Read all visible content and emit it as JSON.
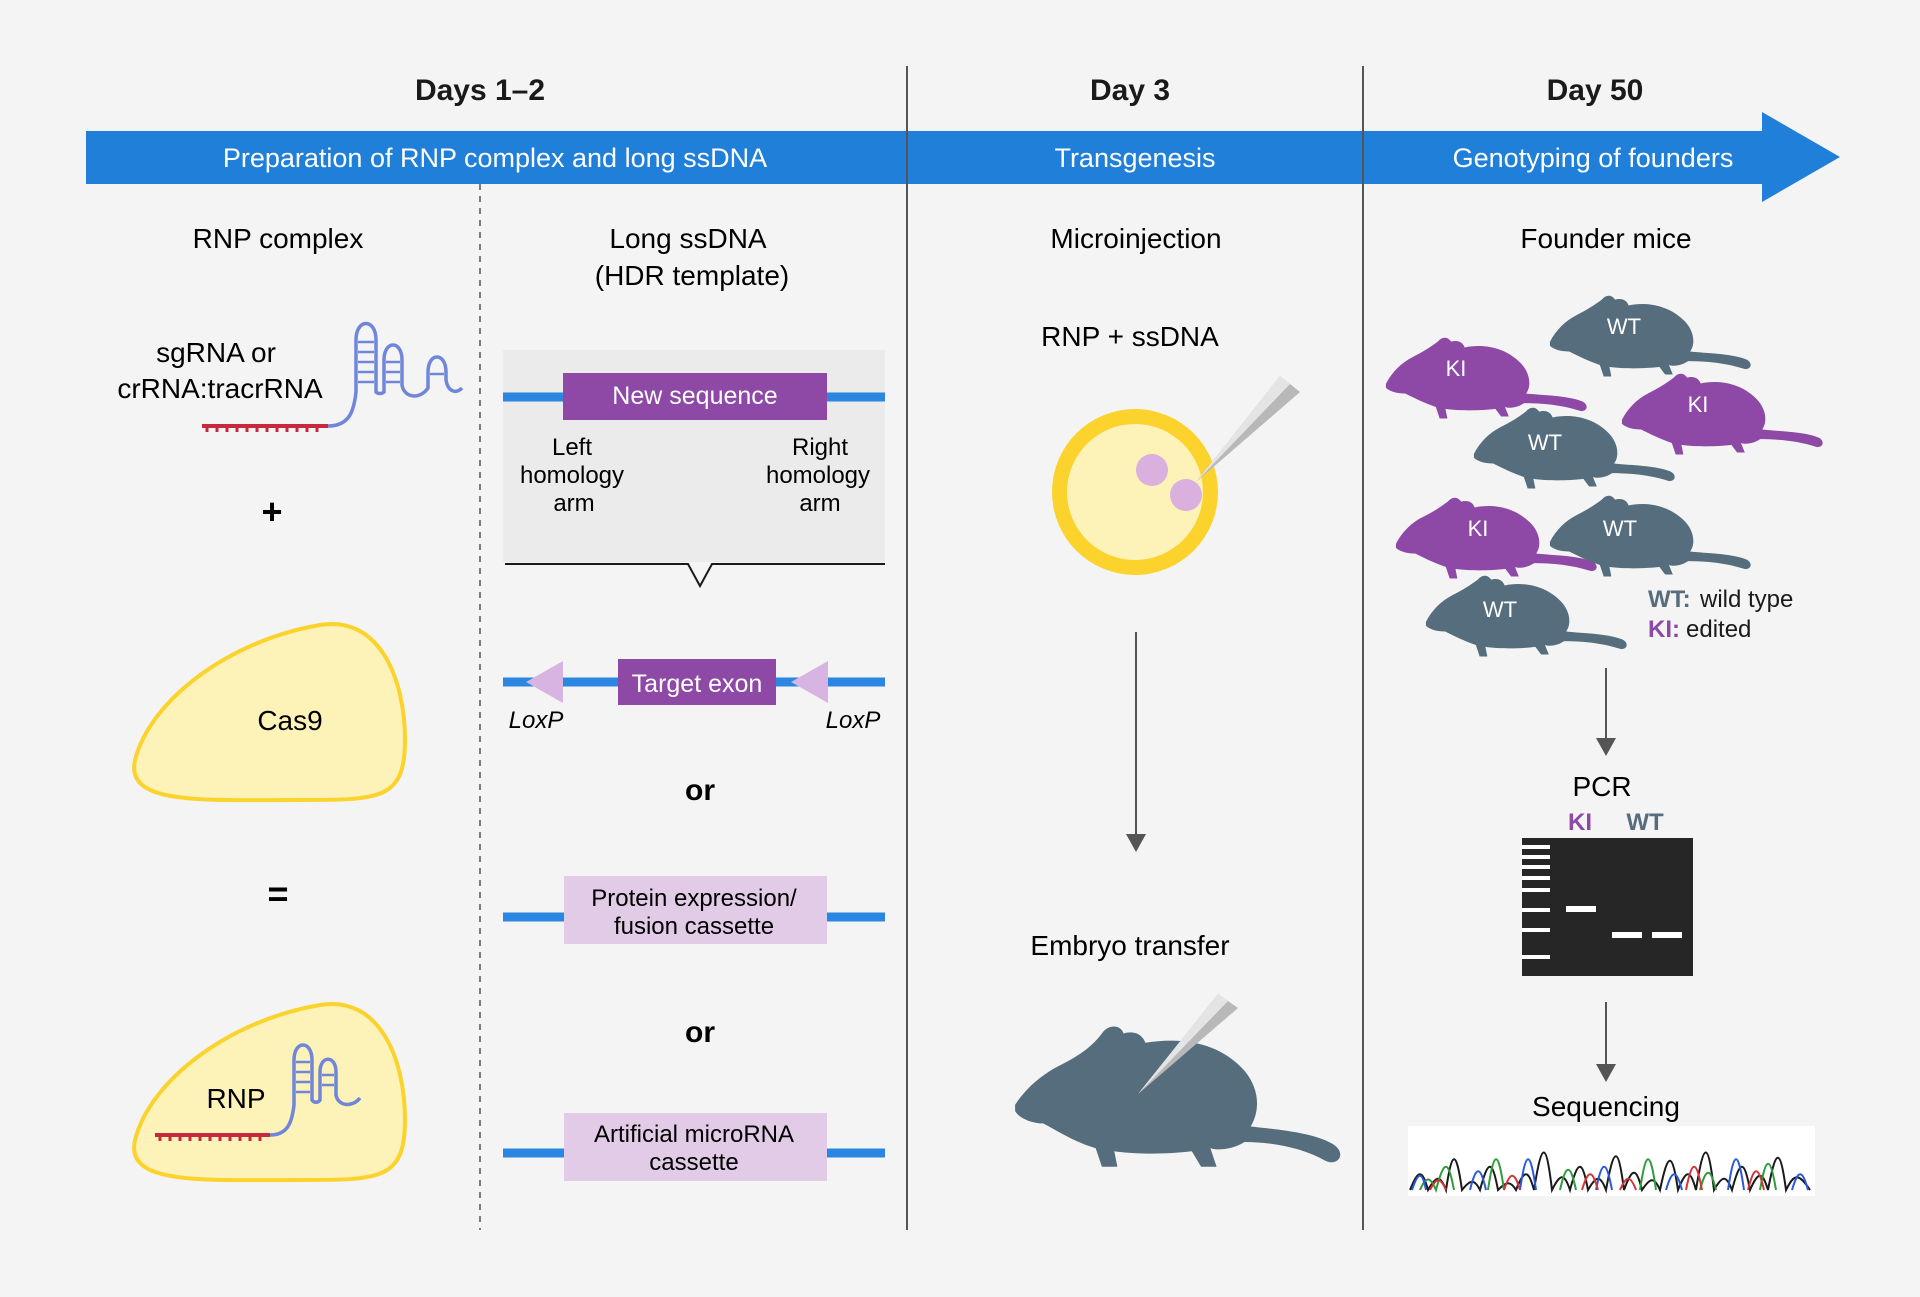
{
  "colors": {
    "background": "#f4f4f4",
    "arrow_blue": "#1f7fd9",
    "strand_blue": "#2a86e0",
    "purple": "#8e48a6",
    "light_purple": "#e2cbe6",
    "lavender": "#d7b4e2",
    "guide_blue": "#6f86da",
    "red": "#c8283c",
    "yellow": "#fbd32c",
    "cream": "#fdf2b8",
    "slate": "#566d7e",
    "line_gray": "#555555"
  },
  "header": {
    "days_1_2": "Days 1–2",
    "day_3": "Day 3",
    "day_50": "Day 50"
  },
  "timeline": {
    "prep": "Preparation of RNP complex and long ssDNA",
    "transgenesis": "Transgenesis",
    "genotyping": "Genotyping of founders"
  },
  "rnp": {
    "title": "RNP complex",
    "guide_line1": "sgRNA or",
    "guide_line2": "crRNA:tracrRNA",
    "plus": "+",
    "cas9": "Cas9",
    "equals": "=",
    "rnp": "RNP"
  },
  "ssdna": {
    "title_line1": "Long ssDNA",
    "title_line2": "(HDR template)",
    "new_sequence": "New sequence",
    "left_arm": [
      "Left",
      "homology",
      "arm"
    ],
    "right_arm": [
      "Right",
      "homology",
      "arm"
    ],
    "target_exon": "Target exon",
    "loxp": "LoxP",
    "or": "or",
    "protein_line1": "Protein expression/",
    "protein_line2": "fusion cassette",
    "microrna_line1": "Artificial microRNA",
    "microrna_line2": "cassette"
  },
  "transgenesis": {
    "microinjection": "Microinjection",
    "rnp_ssdna": "RNP + ssDNA",
    "embryo_transfer": "Embryo transfer"
  },
  "founders": {
    "title": "Founder mice",
    "mice": [
      "KI",
      "WT",
      "KI",
      "WT",
      "KI",
      "WT",
      "WT"
    ],
    "legend_wt_key": "WT:",
    "legend_wt_text": "wild type",
    "legend_ki_key": "KI:",
    "legend_ki_text": "edited",
    "pcr": "PCR",
    "pcr_ki": "KI",
    "pcr_wt": "WT",
    "sequencing": "Sequencing"
  }
}
